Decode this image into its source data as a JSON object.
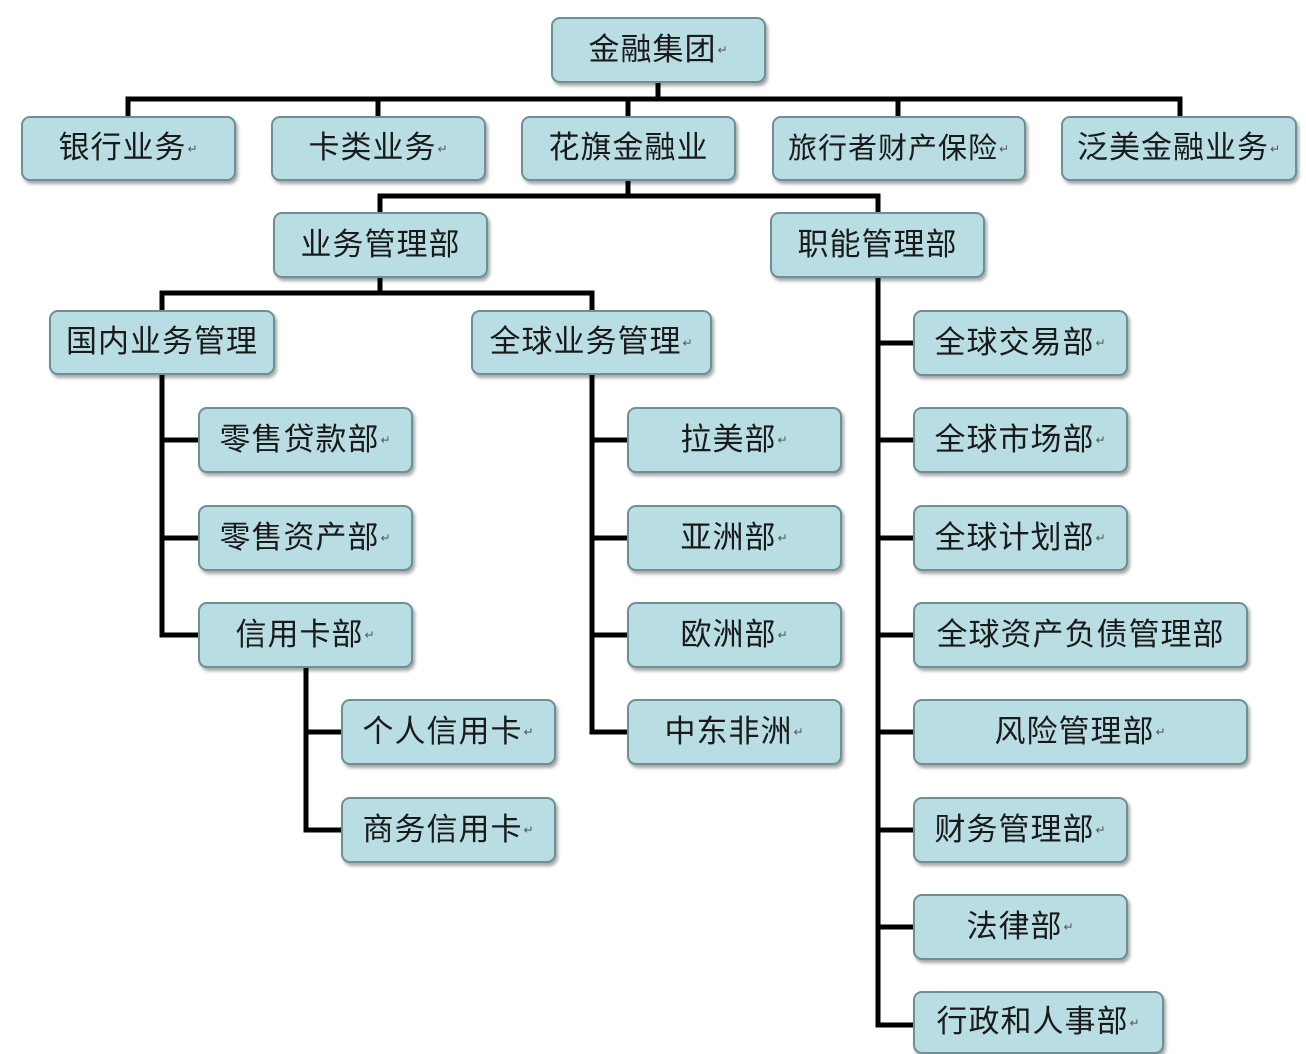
{
  "nodes": {
    "root": "金融集团",
    "banking": "银行业务",
    "cards": "卡类业务",
    "citi": "花旗金融业",
    "travelers": "旅行者财产保险",
    "panam": "泛美金融业务",
    "biz_mgmt": "业务管理部",
    "func_mgmt": "职能管理部",
    "domestic": "国内业务管理",
    "global_biz": "全球业务管理",
    "retail_loan": "零售贷款部",
    "retail_asset": "零售资产部",
    "credit_card": "信用卡部",
    "personal_card": "个人信用卡",
    "business_card": "商务信用卡",
    "latam": "拉美部",
    "asia": "亚洲部",
    "europe": "欧洲部",
    "mea": "中东非洲",
    "global_trade": "全球交易部",
    "global_market": "全球市场部",
    "global_plan": "全球计划部",
    "alm": "全球资产负债管理部",
    "risk": "风险管理部",
    "finance": "财务管理部",
    "legal": "法律部",
    "hr": "行政和人事部"
  },
  "colors": {
    "box_fill": "#b8dde3",
    "box_border": "#6f8f96",
    "connector": "#000000"
  }
}
